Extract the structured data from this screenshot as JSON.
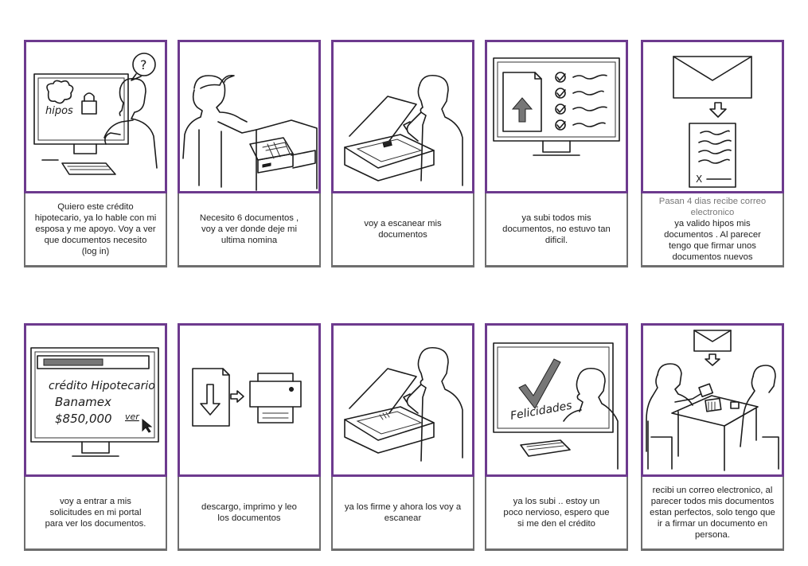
{
  "panels": [
    {
      "caption": "Quiero este crédito\nhipotecario, ya lo hable con mi\nesposa y me apoyo. Voy a ver\nque documentos necesito\n(log in)",
      "sketch_text": [
        "?",
        "hipos"
      ]
    },
    {
      "caption": "Necesito 6 documentos ,\nvoy a ver donde deje mi\nultima nomina"
    },
    {
      "caption": "voy a escanear mis\ndocumentos"
    },
    {
      "caption": "ya subi todos mis\ndocumentos, no estuvo tan\ndificil."
    },
    {
      "caption_pre": "Pasan 4 dias recibe correo\nelectronico",
      "caption": "ya valido hipos mis\ndocumentos . Al parecer\ntengo que firmar unos\ndocumentos nuevos",
      "sketch_text": [
        "X"
      ]
    },
    {
      "caption": "voy a entrar a mis\nsolicitudes en mi portal\npara ver los documentos.",
      "sketch_text": [
        "crédito Hipotecario",
        "Banamex",
        "$850,000",
        "ver"
      ]
    },
    {
      "caption": "descargo, imprimo y leo\nlos documentos"
    },
    {
      "caption": "ya los firme y ahora los voy a\nescanear"
    },
    {
      "caption": "ya los subi .. estoy un\npoco nervioso, espero que\nsi me den el crédito",
      "sketch_text": [
        "Felicidades"
      ]
    },
    {
      "caption": "recibi un correo electronico, al\nparecer todos mis documentos\nestan perfectos, solo tengo que\nir a firmar un documento en\npersona."
    }
  ]
}
